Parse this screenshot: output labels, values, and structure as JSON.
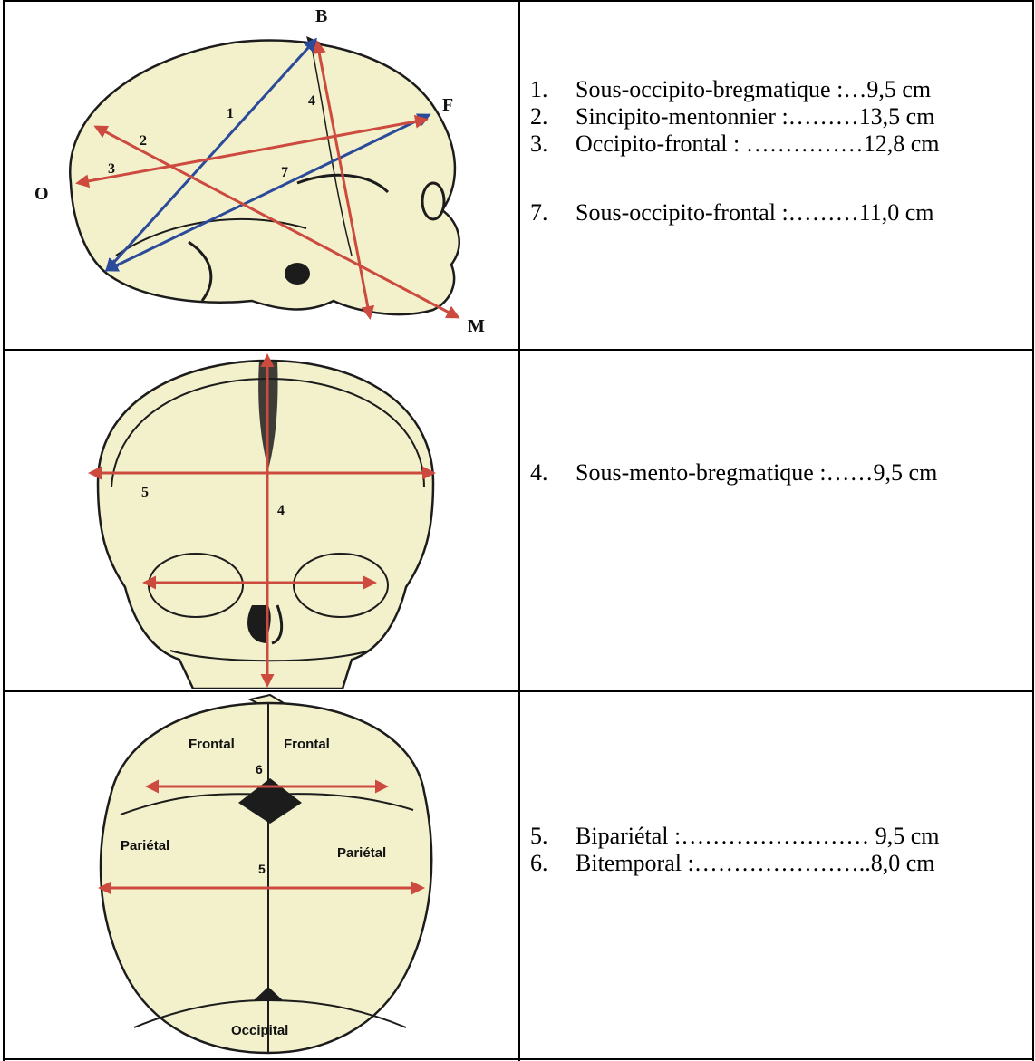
{
  "colors": {
    "bone": "#f3f1cc",
    "outline": "#1c1c1c",
    "red_arrow": "#cd4a3f",
    "blue_arrow": "#2b4a9a"
  },
  "lateral_view": {
    "points": {
      "bregma": "B",
      "frontal": "F",
      "occiput": "O",
      "menton": "M"
    },
    "line_numbers": [
      "1",
      "2",
      "3",
      "4",
      "7"
    ]
  },
  "front_view": {
    "line_numbers": [
      "5",
      "4"
    ]
  },
  "top_view": {
    "labels": {
      "frontal_left": "Frontal",
      "frontal_right": "Frontal",
      "parietal_left": "Pariétal",
      "parietal_right": "Pariétal",
      "occipital": "Occipital"
    },
    "line_numbers": [
      "6",
      "5"
    ]
  },
  "rows": [
    {
      "items": [
        {
          "num": "1.",
          "text": "Sous-occipito-bregmatique :…9,5 cm"
        },
        {
          "num": "2.",
          "text": "Sincipito-mentonnier :………13,5 cm"
        },
        {
          "num": "3.",
          "text": "Occipito-frontal : ……………12,8 cm"
        },
        {
          "num": "7.",
          "text": "Sous-occipito-frontal :………11,0 cm"
        }
      ]
    },
    {
      "items": [
        {
          "num": "4.",
          "text": "Sous-mento-bregmatique :……9,5 cm"
        }
      ]
    },
    {
      "items": [
        {
          "num": "5.",
          "text": "Bipariétal :…………………… 9,5 cm"
        },
        {
          "num": "6.",
          "text": "Bitemporal :…………………..8,0 cm"
        }
      ]
    }
  ]
}
